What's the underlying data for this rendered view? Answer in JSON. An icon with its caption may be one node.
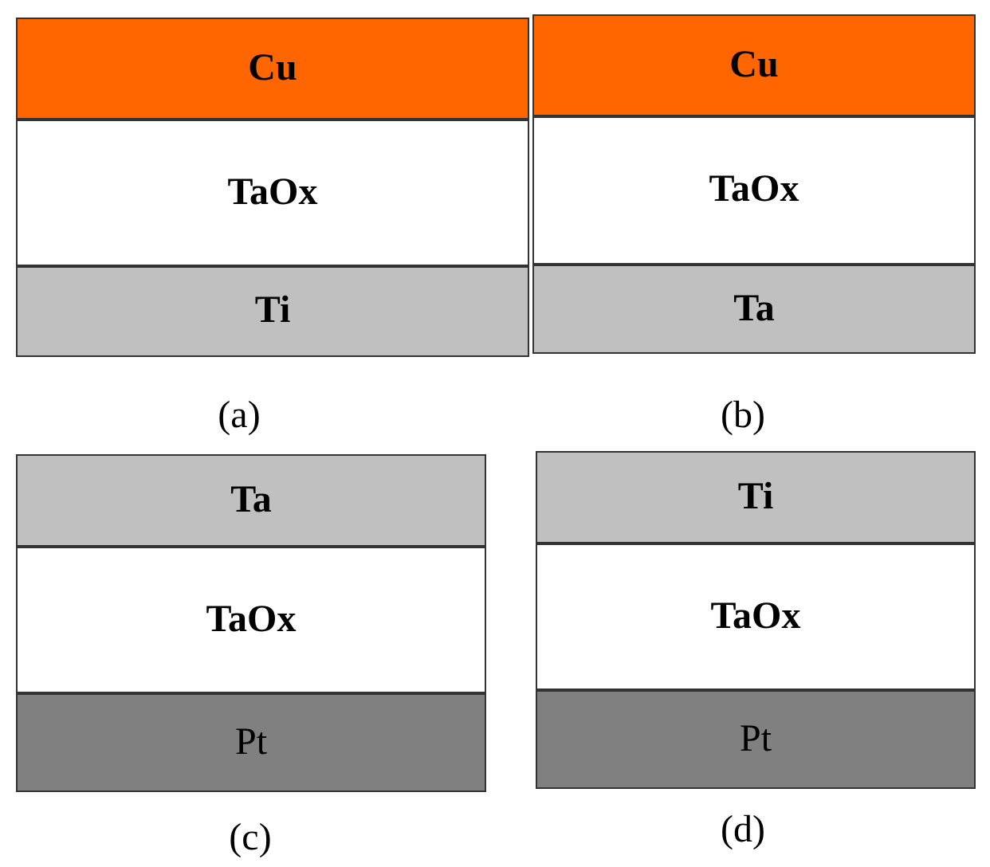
{
  "diagram": {
    "nodes": [
      {
        "text": [
          "Cu"
        ]
      },
      {
        "text": [
          "TaOx"
        ]
      },
      {
        "text": [
          "Ti"
        ]
      },
      {
        "text": [
          "Cu"
        ]
      },
      {
        "text": [
          "TaOx"
        ]
      },
      {
        "text": [
          "Ta"
        ]
      },
      {
        "text": [
          "Ta"
        ]
      },
      {
        "text": [
          "TaOx"
        ]
      },
      {
        "text": [
          "Pt"
        ]
      },
      {
        "text": [
          "Ti"
        ]
      },
      {
        "text": [
          "TaOx"
        ]
      },
      {
        "text": [
          "Pt"
        ]
      }
    ],
    "edges": [],
    "labels": [
      "(a)",
      "(b)",
      "(c)",
      "(d)"
    ]
  }
}
